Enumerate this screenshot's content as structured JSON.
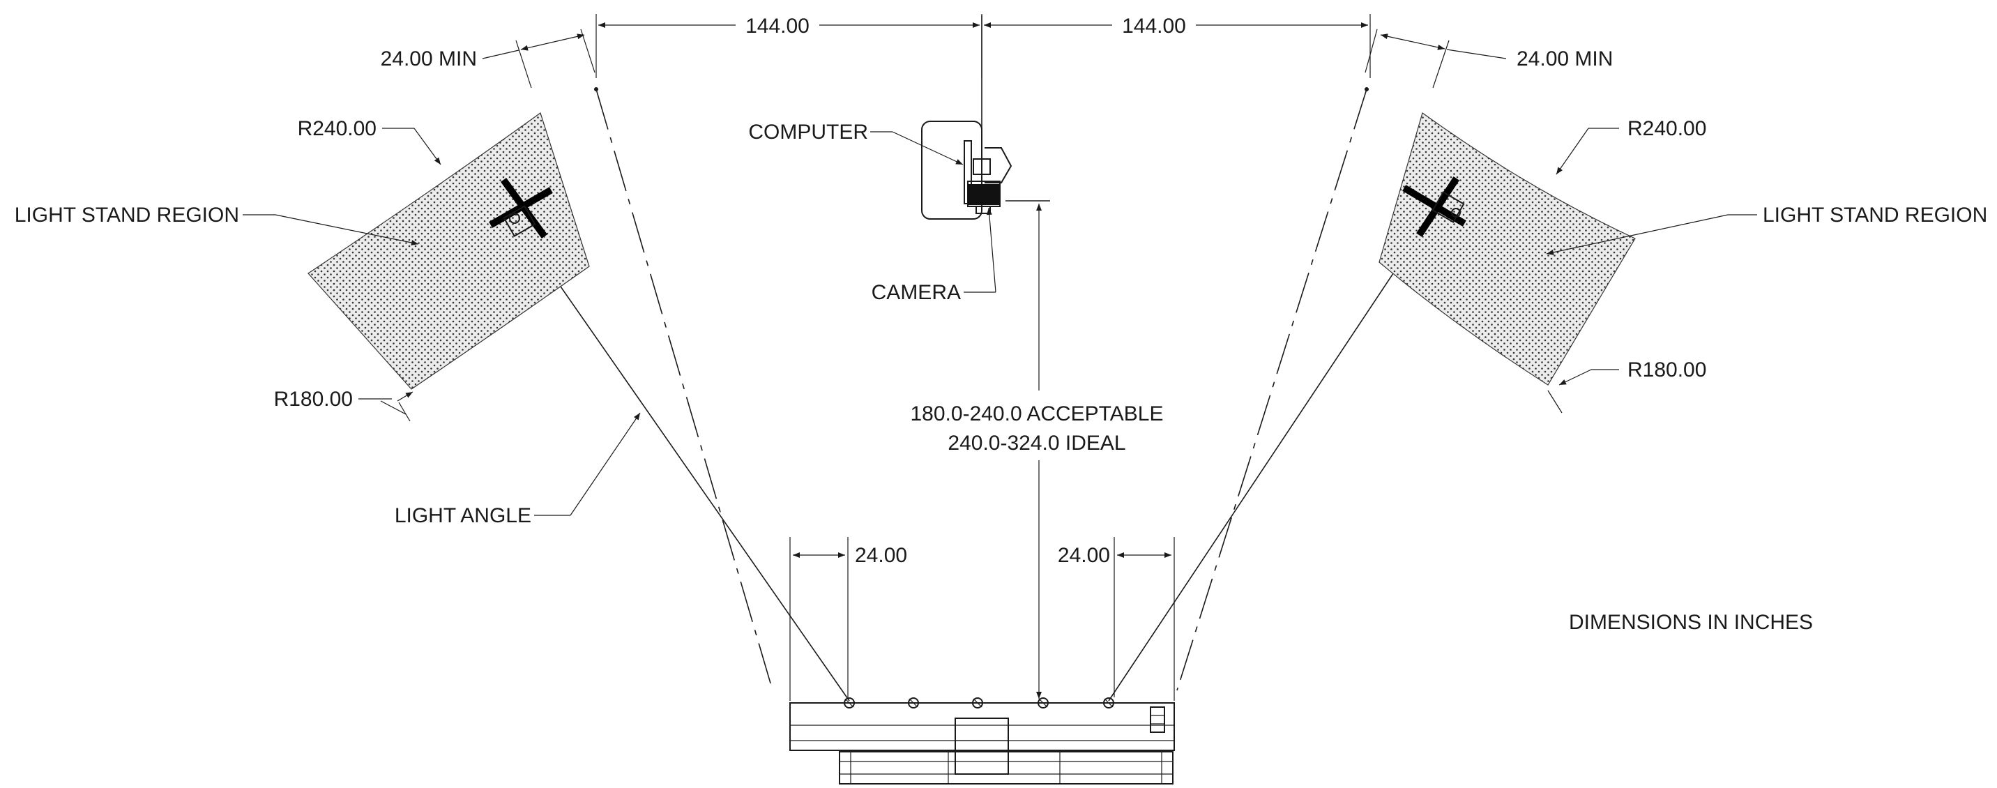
{
  "labels": {
    "dim_top_left": "144.00",
    "dim_top_right": "144.00",
    "min_left": "24.00 MIN",
    "min_right": "24.00 MIN",
    "r240_left": "R240.00",
    "r240_right": "R240.00",
    "r180_left": "R180.00",
    "r180_right": "R180.00",
    "region_left": "LIGHT STAND REGION",
    "region_right": "LIGHT STAND REGION",
    "computer": "COMPUTER",
    "camera": "CAMERA",
    "range_line1": "180.0-240.0 ACCEPTABLE",
    "range_line2": "240.0-324.0 IDEAL",
    "light_angle": "LIGHT ANGLE",
    "dim_24_left": "24.00",
    "dim_24_right": "24.00",
    "units_note": "DIMENSIONS IN INCHES"
  }
}
